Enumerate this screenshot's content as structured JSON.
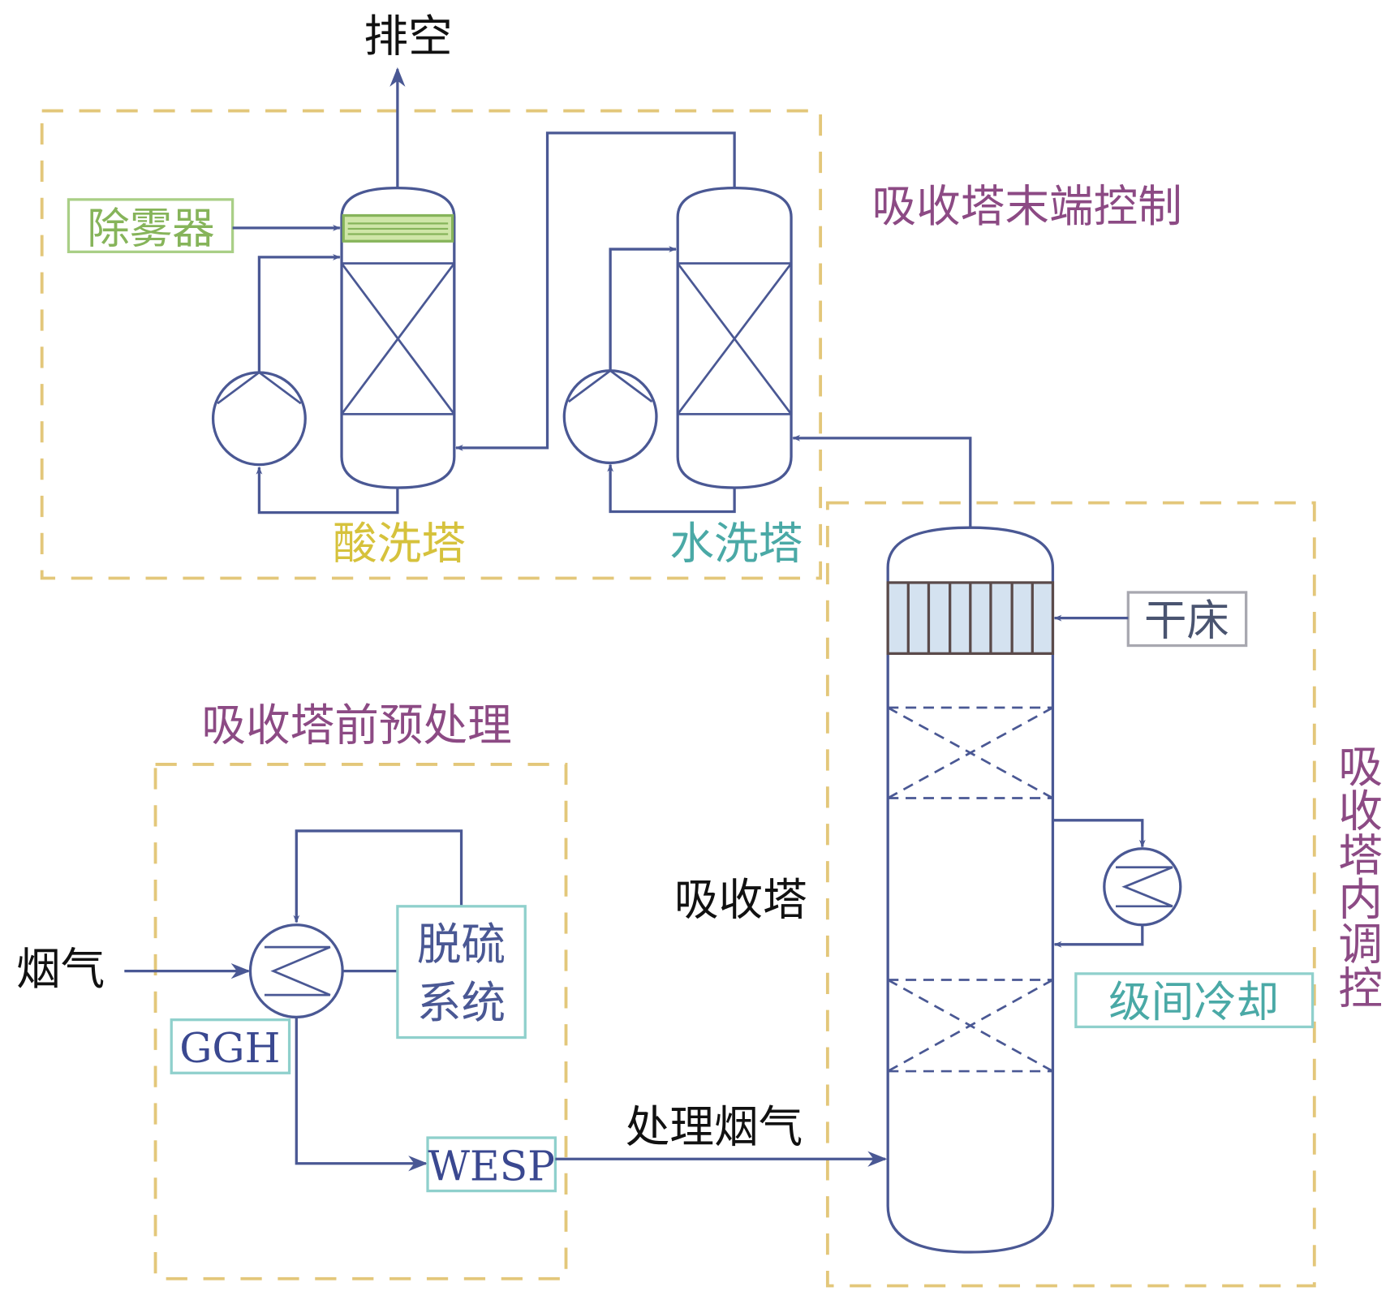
{
  "labels": {
    "vent": "排空",
    "demister": "除雾器",
    "acid_wash_tower": "酸洗塔",
    "water_wash_tower": "水洗塔",
    "end_control": "吸收塔末端控制",
    "dry_bed": "干床",
    "absorber": "吸收塔",
    "interstage_cooling": "级间冷却",
    "internal_control": "吸收塔内调控",
    "pretreatment": "吸收塔前预处理",
    "flue_gas": "烟气",
    "desulfurization_line1": "脱硫",
    "desulfurization_line2": "系统",
    "ggh": "GGH",
    "wesp": "WESP",
    "treated_flue_gas": "处理烟气"
  },
  "colors": {
    "pipe": "#4a5894",
    "dashed_box": "#e3c77a",
    "purple_label": "#8c4a84",
    "yellow_label": "#d6c23c",
    "teal_label": "#4aa9a6",
    "green_label": "#86b45a"
  }
}
